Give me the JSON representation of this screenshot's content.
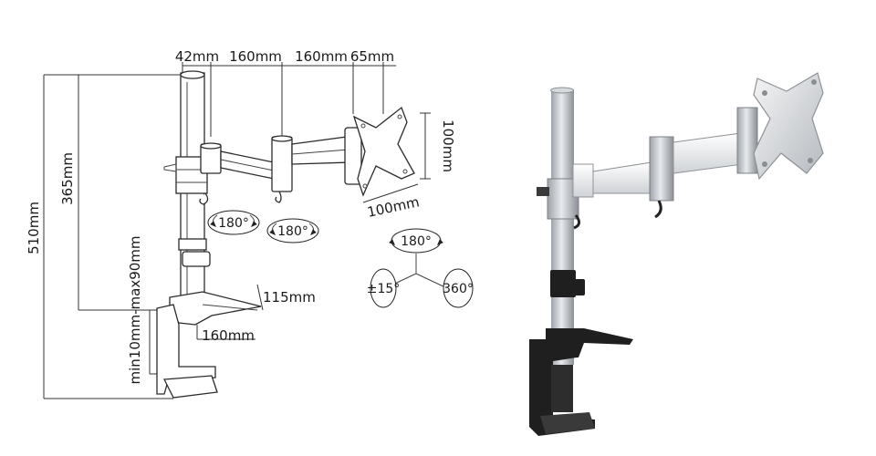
{
  "dimensions": {
    "pole_width": "42mm",
    "arm_segment_1": "160mm",
    "arm_segment_2": "160mm",
    "head_offset": "65mm",
    "vesa_height": "100mm",
    "vesa_width": "100mm",
    "total_height": "510mm",
    "arm_height": "365mm",
    "clamp_range": "min10mm-max90mm",
    "base_width": "115mm",
    "base_depth": "160mm"
  },
  "rotations": {
    "joint_1": "180°",
    "joint_2": "180°",
    "head_swivel": "180°",
    "head_tilt": "±15°",
    "head_rotation": "360°"
  },
  "colors": {
    "line": "#2b2b2b",
    "pole_silver": "#c9ccd1",
    "clamp_black": "#1f1f1f",
    "arm_white": "#f2f2f2"
  }
}
